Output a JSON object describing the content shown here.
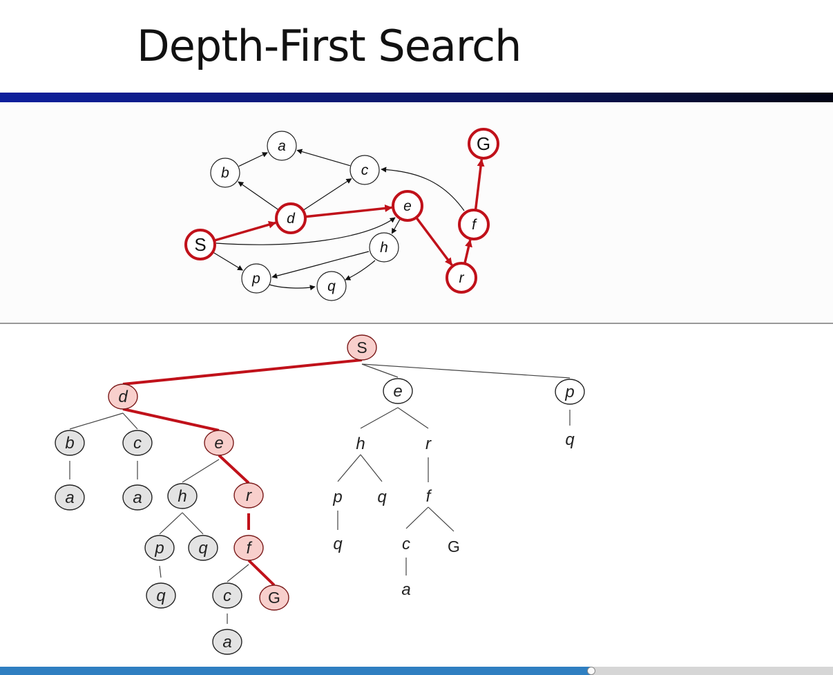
{
  "slide": {
    "title": "Depth-First Search"
  },
  "playback": {
    "progress": 0.71
  },
  "colors": {
    "highlight": "#c0111a",
    "highlight_fill": "#f8cfcc",
    "visited_fill": "#e3e3e3",
    "title_bar": "#0d1f9c"
  },
  "state_graph": {
    "nodes": [
      {
        "id": "a",
        "label": "a",
        "state": "normal"
      },
      {
        "id": "b",
        "label": "b",
        "state": "normal"
      },
      {
        "id": "c",
        "label": "c",
        "state": "normal"
      },
      {
        "id": "d",
        "label": "d",
        "state": "path"
      },
      {
        "id": "e",
        "label": "e",
        "state": "path"
      },
      {
        "id": "S",
        "label": "S",
        "state": "path"
      },
      {
        "id": "h",
        "label": "h",
        "state": "normal"
      },
      {
        "id": "p",
        "label": "p",
        "state": "normal"
      },
      {
        "id": "q",
        "label": "q",
        "state": "normal"
      },
      {
        "id": "r",
        "label": "r",
        "state": "path"
      },
      {
        "id": "f",
        "label": "f",
        "state": "path"
      },
      {
        "id": "G",
        "label": "G",
        "state": "path"
      }
    ],
    "edges": [
      {
        "from": "S",
        "to": "d",
        "path": true
      },
      {
        "from": "d",
        "to": "e",
        "path": true
      },
      {
        "from": "e",
        "to": "r",
        "path": true
      },
      {
        "from": "r",
        "to": "f",
        "path": true
      },
      {
        "from": "f",
        "to": "G",
        "path": true
      },
      {
        "from": "b",
        "to": "a",
        "path": false
      },
      {
        "from": "c",
        "to": "a",
        "path": false
      },
      {
        "from": "d",
        "to": "b",
        "path": false
      },
      {
        "from": "d",
        "to": "c",
        "path": false
      },
      {
        "from": "f",
        "to": "c",
        "path": false
      },
      {
        "from": "S",
        "to": "e",
        "path": false
      },
      {
        "from": "e",
        "to": "h",
        "path": false
      },
      {
        "from": "h",
        "to": "p",
        "path": false
      },
      {
        "from": "h",
        "to": "q",
        "path": false
      },
      {
        "from": "S",
        "to": "p",
        "path": false
      },
      {
        "from": "p",
        "to": "q",
        "path": false
      }
    ]
  },
  "search_tree": {
    "nodes": [
      {
        "id": "S",
        "label": "S",
        "state": "path"
      },
      {
        "id": "d",
        "label": "d",
        "state": "path"
      },
      {
        "id": "e1",
        "label": "e",
        "state": "circle"
      },
      {
        "id": "p1",
        "label": "p",
        "state": "circle"
      },
      {
        "id": "b",
        "label": "b",
        "state": "visited"
      },
      {
        "id": "c1",
        "label": "c",
        "state": "visited"
      },
      {
        "id": "e2",
        "label": "e",
        "state": "path"
      },
      {
        "id": "a1",
        "label": "a",
        "state": "visited"
      },
      {
        "id": "a2",
        "label": "a",
        "state": "visited"
      },
      {
        "id": "h1",
        "label": "h",
        "state": "visited"
      },
      {
        "id": "r1",
        "label": "r",
        "state": "path"
      },
      {
        "id": "p2",
        "label": "p",
        "state": "visited"
      },
      {
        "id": "q2",
        "label": "q",
        "state": "visited"
      },
      {
        "id": "f1",
        "label": "f",
        "state": "path"
      },
      {
        "id": "q3",
        "label": "q",
        "state": "visited"
      },
      {
        "id": "c2",
        "label": "c",
        "state": "visited"
      },
      {
        "id": "G1",
        "label": "G",
        "state": "path"
      },
      {
        "id": "a3",
        "label": "a",
        "state": "visited"
      },
      {
        "id": "h2",
        "label": "h",
        "state": "plain"
      },
      {
        "id": "r2",
        "label": "r",
        "state": "plain"
      },
      {
        "id": "p3",
        "label": "p",
        "state": "plain"
      },
      {
        "id": "q4",
        "label": "q",
        "state": "plain"
      },
      {
        "id": "f2",
        "label": "f",
        "state": "plain"
      },
      {
        "id": "q5",
        "label": "q",
        "state": "plain"
      },
      {
        "id": "c3",
        "label": "c",
        "state": "plain"
      },
      {
        "id": "G2",
        "label": "G",
        "state": "plain"
      },
      {
        "id": "a4",
        "label": "a",
        "state": "plain"
      },
      {
        "id": "q1",
        "label": "q",
        "state": "plain"
      }
    ],
    "edges": [
      {
        "from": "S",
        "to": "d",
        "path": true
      },
      {
        "from": "S",
        "to": "e1",
        "path": false
      },
      {
        "from": "S",
        "to": "p1",
        "path": false
      },
      {
        "from": "d",
        "to": "b",
        "path": false
      },
      {
        "from": "d",
        "to": "c1",
        "path": false
      },
      {
        "from": "d",
        "to": "e2",
        "path": true
      },
      {
        "from": "b",
        "to": "a1",
        "path": false
      },
      {
        "from": "c1",
        "to": "a2",
        "path": false
      },
      {
        "from": "e2",
        "to": "h1",
        "path": false
      },
      {
        "from": "e2",
        "to": "r1",
        "path": true
      },
      {
        "from": "h1",
        "to": "p2",
        "path": false
      },
      {
        "from": "h1",
        "to": "q2",
        "path": false
      },
      {
        "from": "p2",
        "to": "q3",
        "path": false
      },
      {
        "from": "r1",
        "to": "f1",
        "path": true
      },
      {
        "from": "f1",
        "to": "c2",
        "path": false
      },
      {
        "from": "f1",
        "to": "G1",
        "path": true
      },
      {
        "from": "c2",
        "to": "a3",
        "path": false
      },
      {
        "from": "e1",
        "to": "h2",
        "path": false
      },
      {
        "from": "e1",
        "to": "r2",
        "path": false
      },
      {
        "from": "h2",
        "to": "p3",
        "path": false
      },
      {
        "from": "h2",
        "to": "q4",
        "path": false
      },
      {
        "from": "p3",
        "to": "q5",
        "path": false
      },
      {
        "from": "r2",
        "to": "f2",
        "path": false
      },
      {
        "from": "f2",
        "to": "c3",
        "path": false
      },
      {
        "from": "f2",
        "to": "G2",
        "path": false
      },
      {
        "from": "c3",
        "to": "a4",
        "path": false
      },
      {
        "from": "p1",
        "to": "q1",
        "path": false
      }
    ]
  }
}
